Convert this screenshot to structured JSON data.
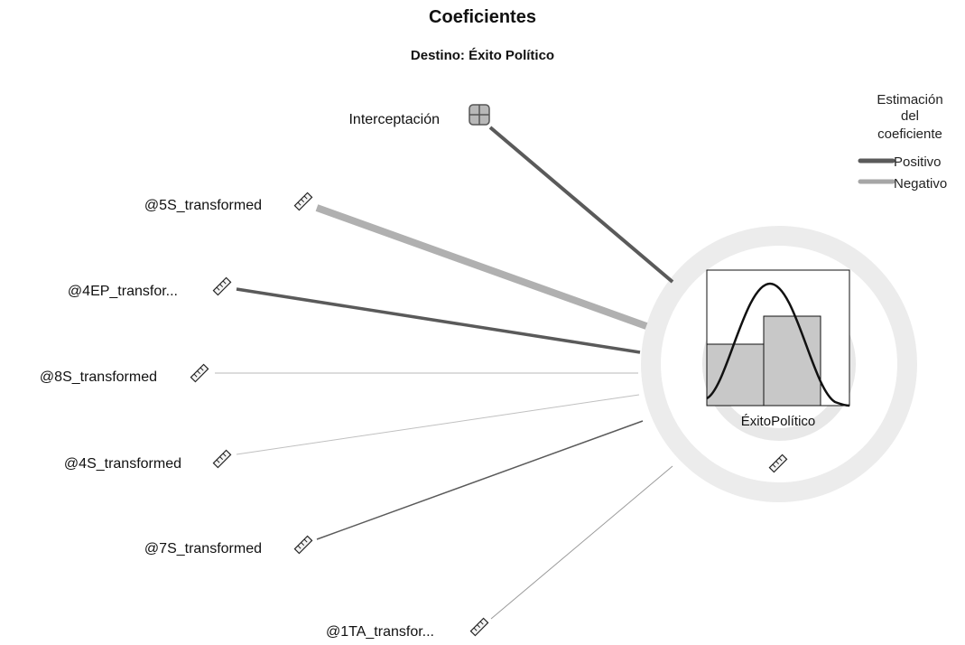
{
  "header": {
    "title": "Coeficientes",
    "subtitle": "Destino: Éxito Político"
  },
  "legend": {
    "title_lines": [
      "Estimación",
      "del",
      "coeficiente"
    ],
    "items": [
      {
        "label": "Positivo",
        "color": "#5a5a5a"
      },
      {
        "label": "Negativo",
        "color": "#a6a6a6"
      }
    ]
  },
  "target": {
    "label": "ÉxitoPolítico",
    "icon": "ruler-icon"
  },
  "predictors": [
    {
      "label": "Interceptación",
      "icon": "grid-icon",
      "sign": "positive"
    },
    {
      "label": "@5S_transformed",
      "icon": "ruler-icon",
      "sign": "negative"
    },
    {
      "label": "@4EP_transfor...",
      "icon": "ruler-icon",
      "sign": "positive"
    },
    {
      "label": "@8S_transformed",
      "icon": "ruler-icon",
      "sign": "negative"
    },
    {
      "label": "@4S_transformed",
      "icon": "ruler-icon",
      "sign": "negative"
    },
    {
      "label": "@7S_transformed",
      "icon": "ruler-icon",
      "sign": "positive"
    },
    {
      "label": "@1TA_transfor...",
      "icon": "ruler-icon",
      "sign": "negative"
    }
  ]
}
